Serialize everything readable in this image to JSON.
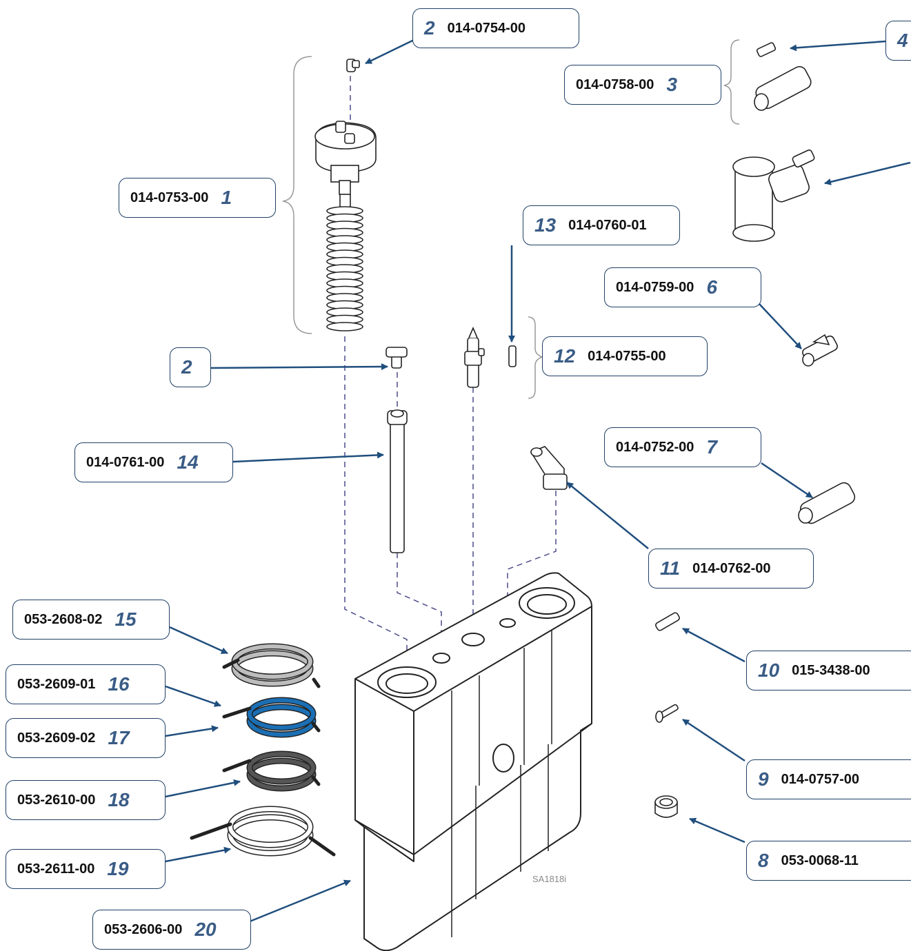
{
  "colors": {
    "accent": "#1f4e7d",
    "callout_number": "#3a5c86",
    "tube_blue": "#1b6fb4",
    "tube_dark": "#555555",
    "tube_gray": "#bdbdbd"
  },
  "watermark": "SA1818i",
  "parts": [
    {
      "num": "1",
      "pn": "014-0753-00"
    },
    {
      "num": "2",
      "pn": "014-0754-00"
    },
    {
      "num": "2",
      "pn": ""
    },
    {
      "num": "3",
      "pn": "014-0758-00"
    },
    {
      "num": "4",
      "pn": ""
    },
    {
      "num": "6",
      "pn": "014-0759-00"
    },
    {
      "num": "7",
      "pn": "014-0752-00"
    },
    {
      "num": "8",
      "pn": "053-0068-11"
    },
    {
      "num": "9",
      "pn": "014-0757-00"
    },
    {
      "num": "10",
      "pn": "015-3438-00"
    },
    {
      "num": "11",
      "pn": "014-0762-00"
    },
    {
      "num": "12",
      "pn": "014-0755-00"
    },
    {
      "num": "13",
      "pn": "014-0760-01"
    },
    {
      "num": "14",
      "pn": "014-0761-00"
    },
    {
      "num": "15",
      "pn": "053-2608-02"
    },
    {
      "num": "16",
      "pn": "053-2609-01"
    },
    {
      "num": "17",
      "pn": "053-2609-02"
    },
    {
      "num": "18",
      "pn": "053-2610-00"
    },
    {
      "num": "19",
      "pn": "053-2611-00"
    },
    {
      "num": "20",
      "pn": "053-2606-00"
    }
  ]
}
